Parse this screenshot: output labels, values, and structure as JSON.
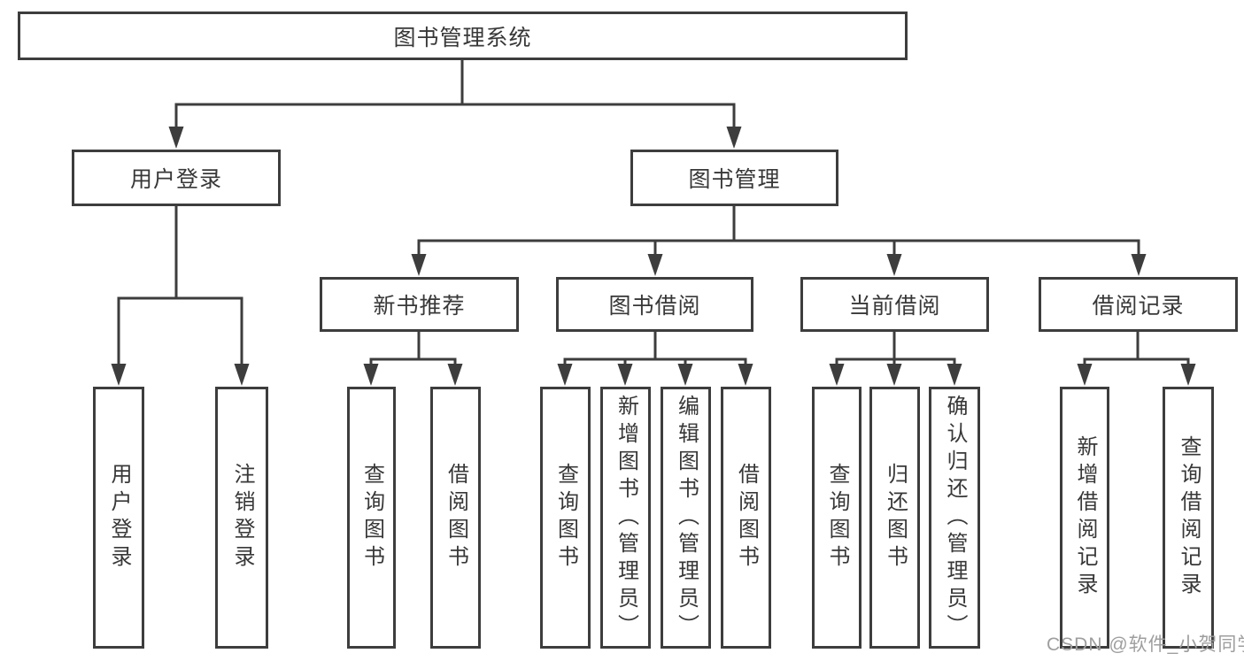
{
  "colors": {
    "line": "#3d3d3d",
    "box_border": "#3d3d3d",
    "text": "#383838",
    "background": "#ffffff",
    "watermark": "#9e9e9e"
  },
  "tree": {
    "label": "图书管理系统",
    "children": [
      {
        "label": "用户登录",
        "children": [
          {
            "label": "用户登录"
          },
          {
            "label": "注销登录"
          }
        ]
      },
      {
        "label": "图书管理",
        "children": [
          {
            "label": "新书推荐",
            "children": [
              {
                "label": "查询图书"
              },
              {
                "label": "借阅图书"
              }
            ]
          },
          {
            "label": "图书借阅",
            "children": [
              {
                "label": "查询图书"
              },
              {
                "label": "新增图书（管理员）"
              },
              {
                "label": "编辑图书（管理员）"
              },
              {
                "label": "借阅图书"
              }
            ]
          },
          {
            "label": "当前借阅",
            "children": [
              {
                "label": "查询图书"
              },
              {
                "label": "归还图书"
              },
              {
                "label": "确认归还（管理员）"
              }
            ]
          },
          {
            "label": "借阅记录",
            "children": [
              {
                "label": "新增借阅记录"
              },
              {
                "label": "查询借阅记录"
              }
            ]
          }
        ]
      }
    ]
  },
  "watermark": "CSDN @软件_小贺同学"
}
